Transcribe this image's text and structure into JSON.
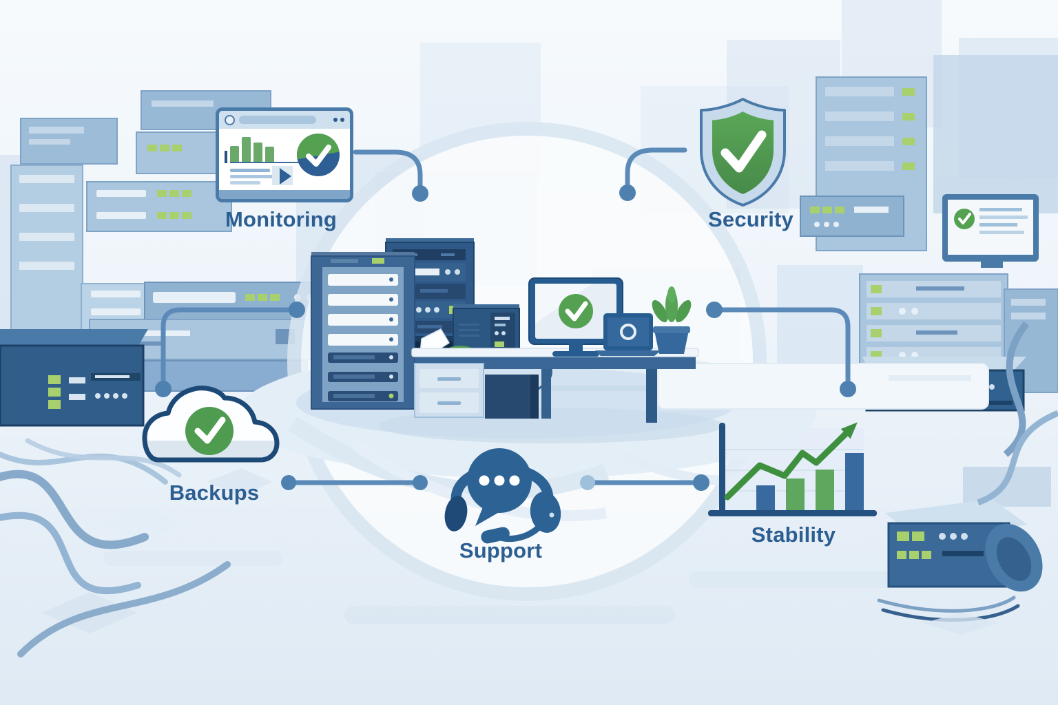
{
  "page": {
    "type": "illustration",
    "theme": "managed-it-services-overview"
  },
  "features": {
    "monitoring": {
      "label": "Monitoring",
      "icon": "dashboard-window-check-icon"
    },
    "security": {
      "label": "Security",
      "icon": "shield-check-icon"
    },
    "backups": {
      "label": "Backups",
      "icon": "cloud-check-icon"
    },
    "support": {
      "label": "Support",
      "icon": "headset-chat-icon"
    },
    "stability": {
      "label": "Stability",
      "icon": "growth-bar-chart-icon"
    }
  },
  "colors": {
    "label_blue": "#2d5e92",
    "deep_navy": "#24517f",
    "steel_blue": "#4a7aa8",
    "connector_blue": "#5b8ab8",
    "icon_blue": "#2d6295",
    "check_green": "#55a152",
    "thumb_bar_green": "#6aa96a",
    "bar_blue": "#38699f",
    "bar_green": "#5fa75f",
    "trend_green": "#3e8f3e",
    "led_green": "#a8d06c",
    "shield_light_blue": "#c6daec",
    "background_top": "#f6fafd",
    "background_bottom": "#dfeaf4"
  },
  "chart_data": [
    {
      "type": "bar",
      "context": "monitoring-dashboard-thumbnail",
      "values": [
        23,
        36,
        28,
        22
      ],
      "labels_visible": false
    },
    {
      "type": "bar",
      "context": "stability-growth-chart",
      "bars": [
        {
          "value": 36,
          "color": "blue"
        },
        {
          "value": 46,
          "color": "green"
        },
        {
          "value": 59,
          "color": "green"
        },
        {
          "value": 83,
          "color": "blue"
        }
      ],
      "trend_line": {
        "direction": "up",
        "points": [
          [
            28,
            122
          ],
          [
            75,
            76
          ],
          [
            111,
            91
          ],
          [
            137,
            58
          ],
          [
            157,
            72
          ],
          [
            204,
            26
          ]
        ]
      },
      "labels_visible": false
    }
  ],
  "illustration": {
    "center_scene": [
      "server-rack",
      "server-cabinet",
      "desktop-monitor-with-check",
      "laptop",
      "potted-plant",
      "office-desk",
      "drawer-unit",
      "pc-tower"
    ],
    "background": [
      "server-racks",
      "network-switches",
      "routers",
      "cables",
      "background-monitor-with-check",
      "paper-sheets"
    ]
  }
}
